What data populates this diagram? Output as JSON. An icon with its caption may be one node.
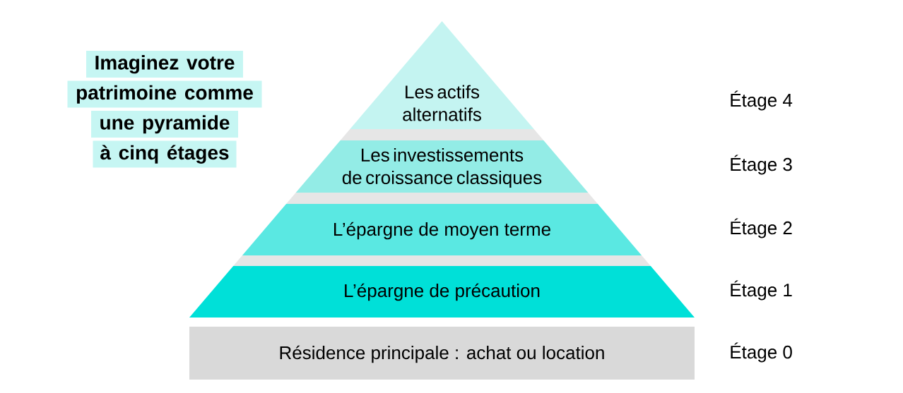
{
  "diagram": {
    "title": "Imaginez votre patrimoine comme une pyramide à cinq étages",
    "nodes": [
      {
        "text": [
          "Les actifs alternatifs"
        ]
      },
      {
        "text": [],
        "shape": "bar"
      },
      {
        "text": [
          "Les investissements de croissance classiques"
        ]
      },
      {
        "text": [],
        "shape": "bar"
      },
      {
        "text": [
          "L’épargne de moyen terme"
        ]
      },
      {
        "text": [],
        "shape": "bar"
      },
      {
        "text": [
          "L’épargne de précaution"
        ]
      },
      {
        "text": [
          "Résidence principale : achat ou location"
        ]
      }
    ],
    "labels": [
      "Étage 4",
      "Étage 3",
      "Étage 2",
      "Étage 1",
      "Étage 0"
    ]
  }
}
